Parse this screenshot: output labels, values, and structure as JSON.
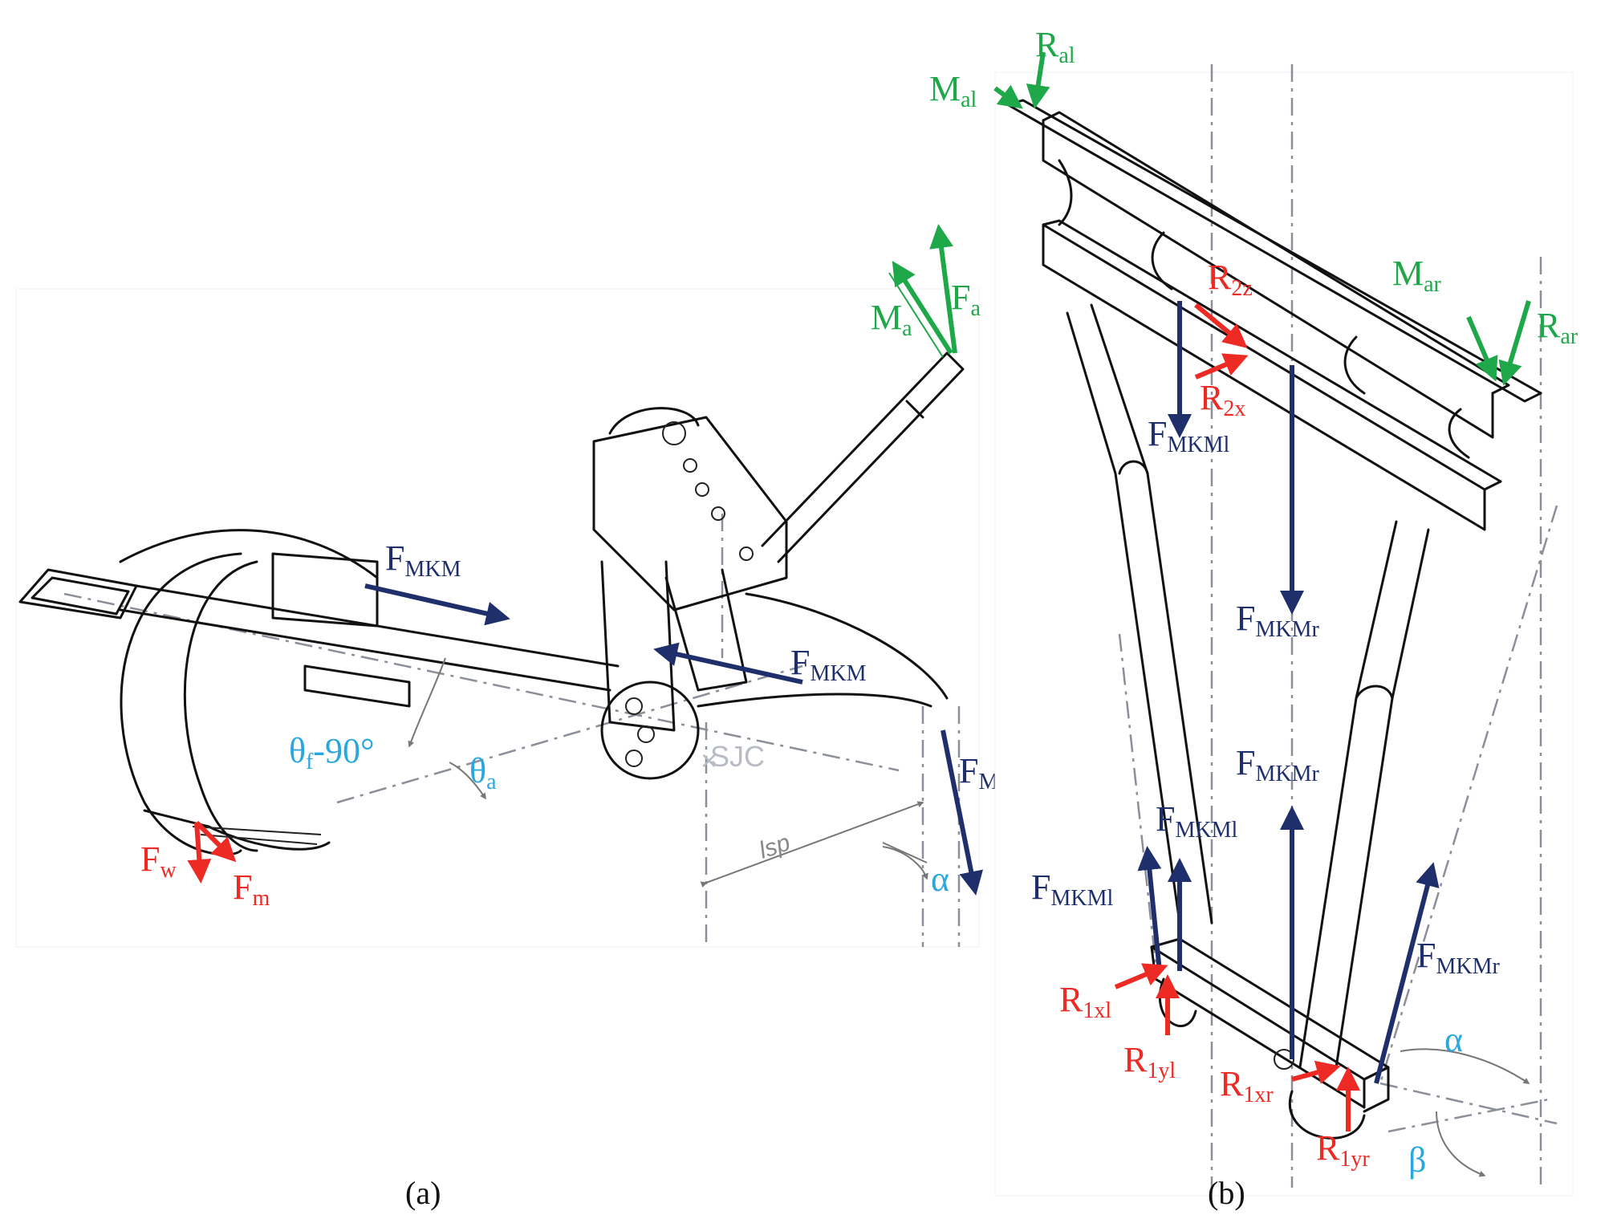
{
  "panel_a": {
    "caption": "(a)",
    "labels": {
      "f_mkm": "F",
      "f_mkm_sub": "MKM",
      "m_a": "M",
      "m_a_sub": "a",
      "f_a": "F",
      "f_a_sub": "a",
      "theta_f": "θ",
      "theta_f_sub": "f",
      "theta_f_rest": "-90°",
      "theta_a": "θ",
      "theta_a_sub": "a",
      "f_w": "F",
      "f_w_sub": "w",
      "f_m": "F",
      "f_m_sub": "m",
      "alpha": "α",
      "sjc": "SJC",
      "lsp": "lsp"
    }
  },
  "panel_b": {
    "caption": "(b)",
    "labels": {
      "m_al": "M",
      "m_al_sub": "al",
      "r_al": "R",
      "r_al_sub": "al",
      "m_ar": "M",
      "m_ar_sub": "ar",
      "r_ar": "R",
      "r_ar_sub": "ar",
      "r_2z": "R",
      "r_2z_sub": "2z",
      "r_2x": "R",
      "r_2x_sub": "2x",
      "f_mkml": "F",
      "f_mkml_sub": "MKMl",
      "f_mkmr": "F",
      "f_mkmr_sub": "MKMr",
      "r_1xl": "R",
      "r_1xl_sub": "1xl",
      "r_1yl": "R",
      "r_1yl_sub": "1yl",
      "r_1xr": "R",
      "r_1xr_sub": "1xr",
      "r_1yr": "R",
      "r_1yr_sub": "1yr",
      "alpha": "α",
      "beta": "β"
    }
  },
  "colors": {
    "navy": "#1f2f6b",
    "red": "#ee2a24",
    "green": "#1fa84a",
    "cyan": "#2aa7de"
  }
}
